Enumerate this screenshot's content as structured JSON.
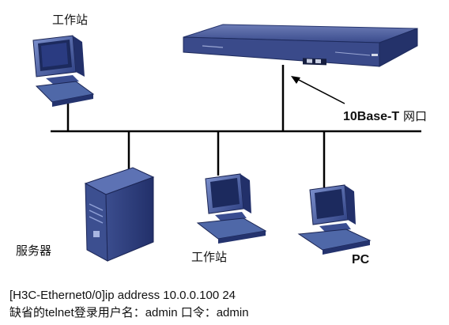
{
  "labels": {
    "workstation_top": "工作站",
    "port_bold": "10Base-T",
    "port_suffix": "网口",
    "server": "服务器",
    "workstation_bottom": "工作站",
    "pc": "PC"
  },
  "commands": {
    "line1": "[H3C-Ethernet0/0]ip address 10.0.0.100 24",
    "line2": "缺省的telnet登录用户名：admin  口令：admin"
  },
  "colors": {
    "device_blue": "#4f68a8",
    "device_dark": "#1e2f66",
    "switch_body": "#2f3f7c",
    "switch_top": "#5e6ea8",
    "bus": "#000000"
  }
}
